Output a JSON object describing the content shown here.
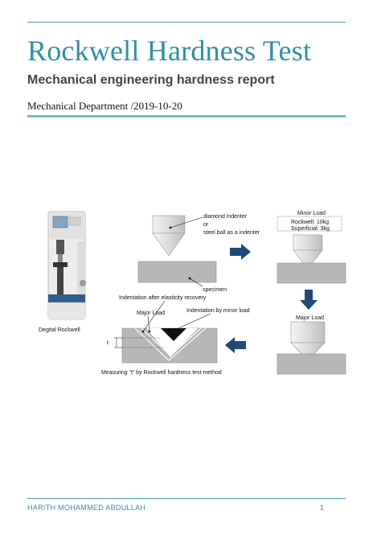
{
  "document": {
    "title": "Rockwell Hardness Test",
    "subtitle": "Mechanical engineering hardness report",
    "department_date": "Mechanical Department /2019-10-20"
  },
  "figure": {
    "machine_caption": "Degital Rockwell",
    "indenter_label_1": "diamond indenter",
    "indenter_label_2": "or",
    "indenter_label_3": "steel ball as a indenter",
    "specimen_label": "specimen",
    "minor_load_title": "Minor Load",
    "minor_load_rockwell": "Rockwell: 10kg",
    "minor_load_superficial": "Superficial: 3kg",
    "major_load_title_right": "Major Load",
    "elastic_recovery_label": "Indentation after elasticity recovery",
    "major_load_label": "Major Load",
    "minor_indent_label": "Indentation by minor load",
    "t_label": "t",
    "measuring_caption": "Measuring “t” by Rockwell hardness test method"
  },
  "footer": {
    "author": "HARITH MOHAMMED ABDULLAH",
    "page_number": "1"
  },
  "colors": {
    "accent": "#2e8fa6",
    "arrow": "#1e4a7a",
    "specimen": "#b7b7b7"
  }
}
